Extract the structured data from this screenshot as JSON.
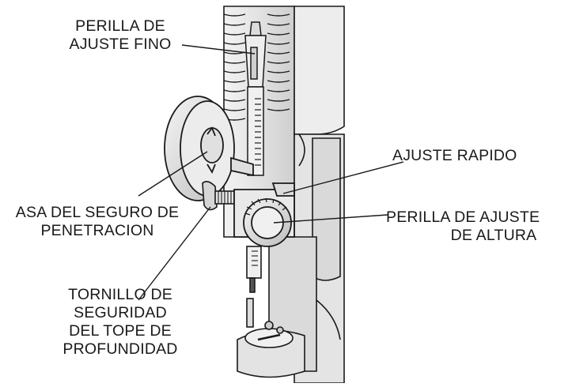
{
  "labels": {
    "fine_knob": [
      "PERILLA DE",
      "AJUSTE FINO"
    ],
    "quick_adjust": [
      "AJUSTE RAPIDO"
    ],
    "lock_handle": [
      "ASA DEL SEGURO DE",
      "PENETRACION"
    ],
    "height_knob": [
      "PERILLA DE AJUSTE",
      "DE ALTURA"
    ],
    "safety_screw": [
      "TORNILLO DE",
      "SEGURIDAD",
      "DEL TOPE DE",
      "PROFUNDIDAD"
    ]
  },
  "colors": {
    "ink": "#1a1a1a",
    "body_fill": "#e6e6e6",
    "body_dark": "#c4c4c4",
    "background": "#ffffff"
  }
}
